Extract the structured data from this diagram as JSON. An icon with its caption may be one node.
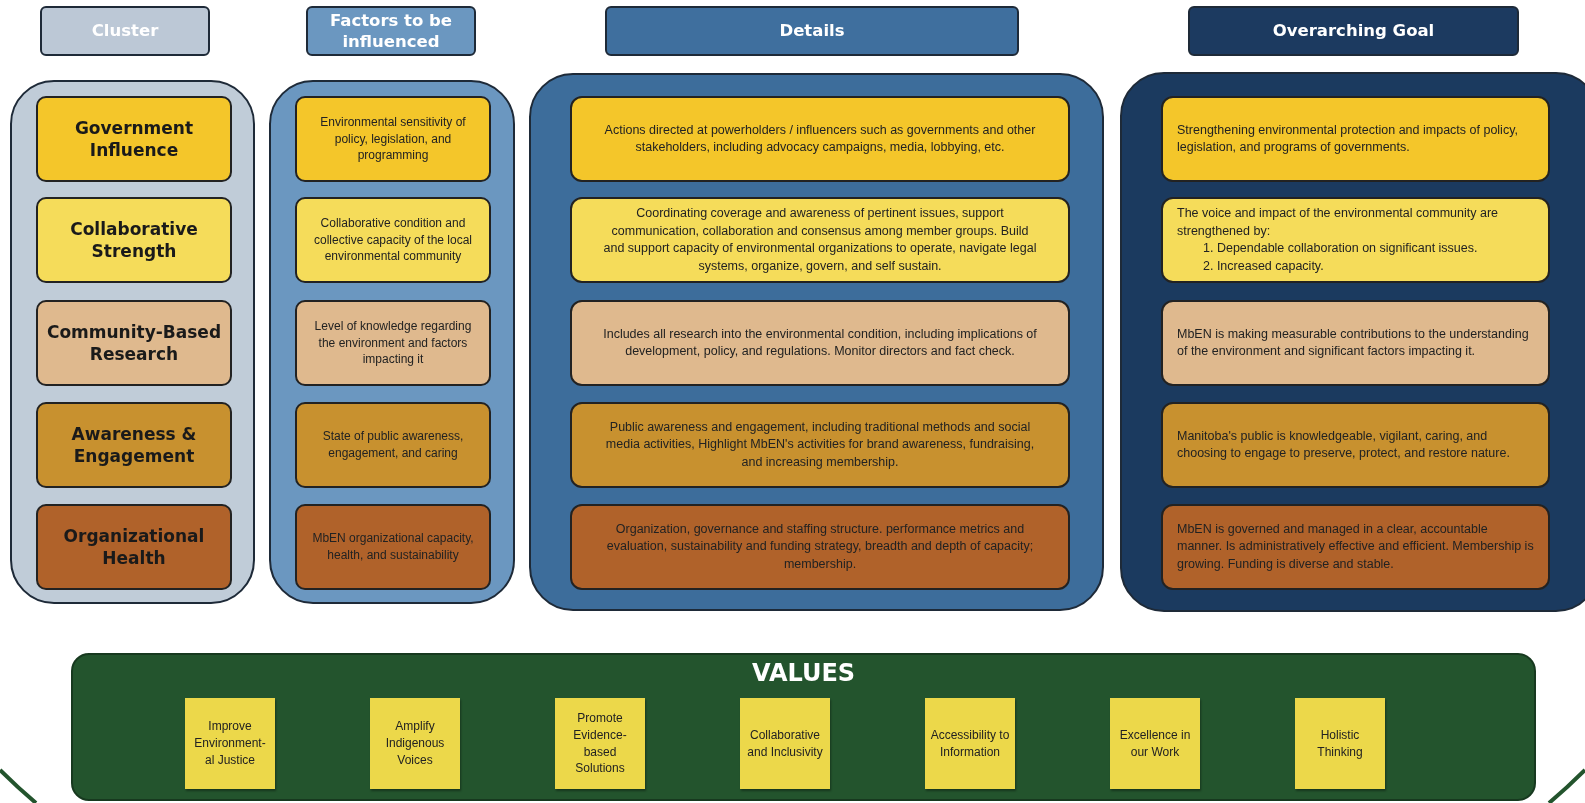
{
  "diagram": {
    "nodes": [
      {
        "text": [
          "Cluster"
        ]
      },
      {
        "text": [
          "Factors to be influenced"
        ]
      },
      {
        "text": [
          "Details"
        ]
      },
      {
        "text": [
          "Overarching Goal"
        ]
      },
      {
        "text": [],
        "shape": "box"
      },
      {
        "text": [
          "Government Influence"
        ],
        "in": 4
      },
      {
        "text": [
          "Collaborative Strength"
        ],
        "in": 4
      },
      {
        "text": [
          "Community-Based Research"
        ],
        "in": 4
      },
      {
        "text": [
          "Awareness & Engagement"
        ],
        "in": 4
      },
      {
        "text": [
          "Organizational Health"
        ],
        "in": 4
      },
      {
        "text": [],
        "shape": "box"
      },
      {
        "text": [
          "Environmental sensitivity of policy, legislation, and programming"
        ],
        "in": 10
      },
      {
        "text": [
          "Collaborative condition and collective capacity of the local environmental community"
        ],
        "in": 10
      },
      {
        "text": [
          "Level of knowledge regarding the environment and factors impacting it"
        ],
        "in": 10
      },
      {
        "text": [
          "State of public awareness, engagement, and caring"
        ],
        "in": 10
      },
      {
        "text": [
          "MbEN organizational capacity, health, and sustainability"
        ],
        "in": 10
      },
      {
        "text": [],
        "shape": "box"
      },
      {
        "text": [
          "Actions directed at powerholders / influencers such as governments and other stakeholders, including advocacy campaigns, media, lobbying, etc."
        ],
        "in": 16
      },
      {
        "text": [
          "Coordinating coverage and awareness of pertinent issues, support communication, collaboration and consensus among member groups. Build and support capacity of environmental organizations to operate, navigate legal systems, organize, govern, and self sustain."
        ],
        "in": 16
      },
      {
        "text": [
          "Includes all research into the environmental condition, including implications of development, policy, and regulations. Monitor directors and fact check."
        ],
        "in": 16
      },
      {
        "text": [
          "Public awareness and engagement, including traditional methods and social media activities, Highlight MbEN's activities for brand awareness, fundraising, and increasing membership."
        ],
        "in": 16
      },
      {
        "text": [
          "Organization, governance  and staffing structure. performance metrics and evaluation, sustainability and funding strategy, breadth and depth of capacity; membership."
        ],
        "in": 16
      },
      {
        "text": [],
        "shape": "box"
      },
      {
        "text": [
          "Strengthening environmental protection and impacts of policy, legislation, and programs of governments."
        ],
        "in": 22
      },
      {
        "text": [
          "The voice and impact of the environmental community are strengthened by:",
          "1. Dependable collaboration on significant issues.",
          "2. Increased capacity."
        ],
        "in": 22
      },
      {
        "text": [
          "MbEN is making measurable contributions to the understanding of the environment and significant factors impacting it."
        ],
        "in": 22
      },
      {
        "text": [
          "Manitoba's public is knowledgeable, vigilant, caring, and choosing to engage to preserve, protect, and restore nature."
        ],
        "in": 22
      },
      {
        "text": [
          "MbEN is governed and managed in a clear, accountable manner.  Is administratively effective and efficient. Membership is growing.  Funding is diverse and stable."
        ],
        "in": 22
      },
      {
        "text": [
          "VALUES"
        ]
      },
      {
        "text": [
          "Improve Environment- al Justice"
        ],
        "in": 28
      },
      {
        "text": [
          "Amplify Indigenous Voices"
        ],
        "in": 28
      },
      {
        "text": [
          "Promote Evidence- based Solutions"
        ],
        "in": 28
      },
      {
        "text": [
          "Collaborative and Inclusivity"
        ],
        "in": 28
      },
      {
        "text": [
          "Accessibility to Information"
        ],
        "in": 28
      },
      {
        "text": [
          "Excellence in our Work"
        ],
        "in": 28
      },
      {
        "text": [
          "Holistic Thinking"
        ],
        "in": 28
      }
    ]
  }
}
